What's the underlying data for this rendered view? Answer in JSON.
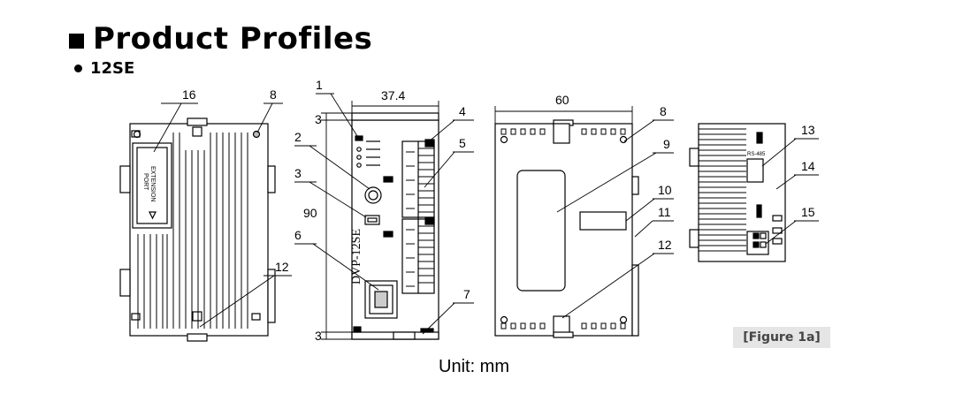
{
  "heading": {
    "title": "Product Profiles"
  },
  "model": "12SE",
  "dimensions": {
    "width_front": "37.4",
    "width_side": "60",
    "height": "90",
    "margin_top": "3",
    "margin_bottom": "3"
  },
  "callouts": {
    "c1": "1",
    "c2": "2",
    "c3": "3",
    "c4": "4",
    "c5": "5",
    "c6": "6",
    "c7": "7",
    "c8a": "8",
    "c8b": "8",
    "c9": "9",
    "c10": "10",
    "c11": "11",
    "c12a": "12",
    "c12b": "12",
    "c13": "13",
    "c14": "14",
    "c15": "15",
    "c16": "16"
  },
  "device_text": {
    "front_model": "DVP-12SE",
    "ext_port_line1": "EXTENSION",
    "ext_port_line2": "PORT",
    "rs485": "RS-485"
  },
  "figure_label": "[Figure 1a]",
  "unit_note": "Unit: mm"
}
